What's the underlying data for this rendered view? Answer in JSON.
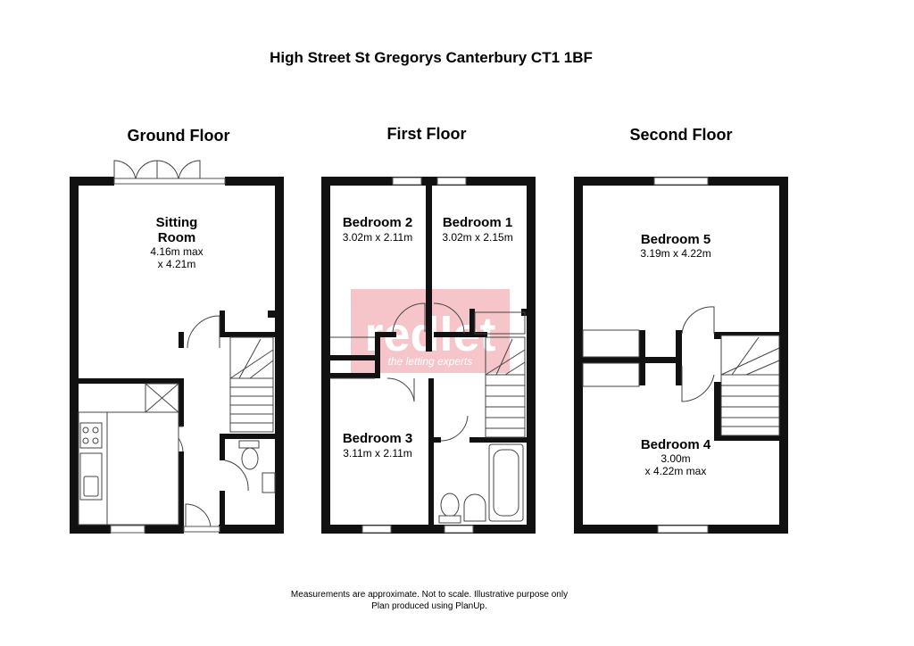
{
  "title": "High Street St Gregorys Canterbury CT1 1BF",
  "floors": {
    "ground": {
      "label": "Ground Floor",
      "rooms": [
        {
          "name_line1": "Sitting",
          "name_line2": "Room",
          "dim_line1": "4.16m max",
          "dim_line2": "x 4.21m"
        }
      ]
    },
    "first": {
      "label": "First Floor",
      "rooms": [
        {
          "name": "Bedroom 2",
          "dim": "3.02m x 2.11m"
        },
        {
          "name": "Bedroom 1",
          "dim": "3.02m x 2.15m"
        },
        {
          "name": "Bedroom 3",
          "dim": "3.11m x 2.11m"
        }
      ]
    },
    "second": {
      "label": "Second Floor",
      "rooms": [
        {
          "name": "Bedroom 5",
          "dim": "3.19m x 4.22m"
        },
        {
          "name": "Bedroom 4",
          "dim_line1": "3.00m",
          "dim_line2": "x 4.22m max"
        }
      ]
    }
  },
  "watermark": {
    "logo": "redlet",
    "tagline": "the letting experts"
  },
  "footer": {
    "line1": "Measurements are approximate. Not to scale. Illustrative purpose only",
    "line2": "Plan produced using PlanUp."
  },
  "colors": {
    "wall": "#111111",
    "watermark": "#f3b2b8"
  }
}
